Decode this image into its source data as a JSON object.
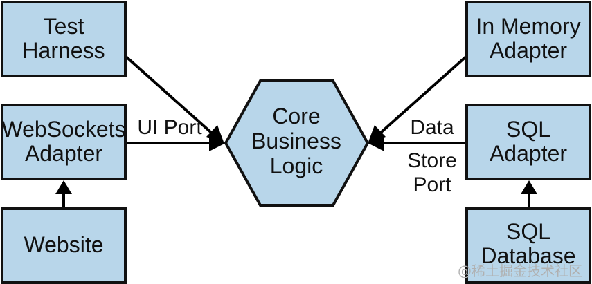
{
  "nodes": {
    "test_harness": {
      "lines": [
        "Test",
        "Harness"
      ]
    },
    "websockets_adapter": {
      "lines": [
        "WebSockets",
        "Adapter"
      ]
    },
    "website": {
      "lines": [
        "Website"
      ]
    },
    "core_business_logic": {
      "lines": [
        "Core",
        "Business",
        "Logic"
      ]
    },
    "in_memory_adapter": {
      "lines": [
        "In Memory",
        "Adapter"
      ]
    },
    "sql_adapter": {
      "lines": [
        "SQL",
        "Adapter"
      ]
    },
    "sql_database": {
      "lines": [
        "SQL",
        "Database"
      ]
    }
  },
  "port_labels": {
    "ui_port": {
      "lines": [
        "UI Port"
      ]
    },
    "data_store_port": {
      "lines": [
        "Data",
        "Store",
        "Port"
      ]
    }
  },
  "watermark": "@稀土掘金技术社区",
  "colors": {
    "node_fill": "#b8d6ea",
    "stroke": "#111111",
    "arrow": "#000000"
  }
}
